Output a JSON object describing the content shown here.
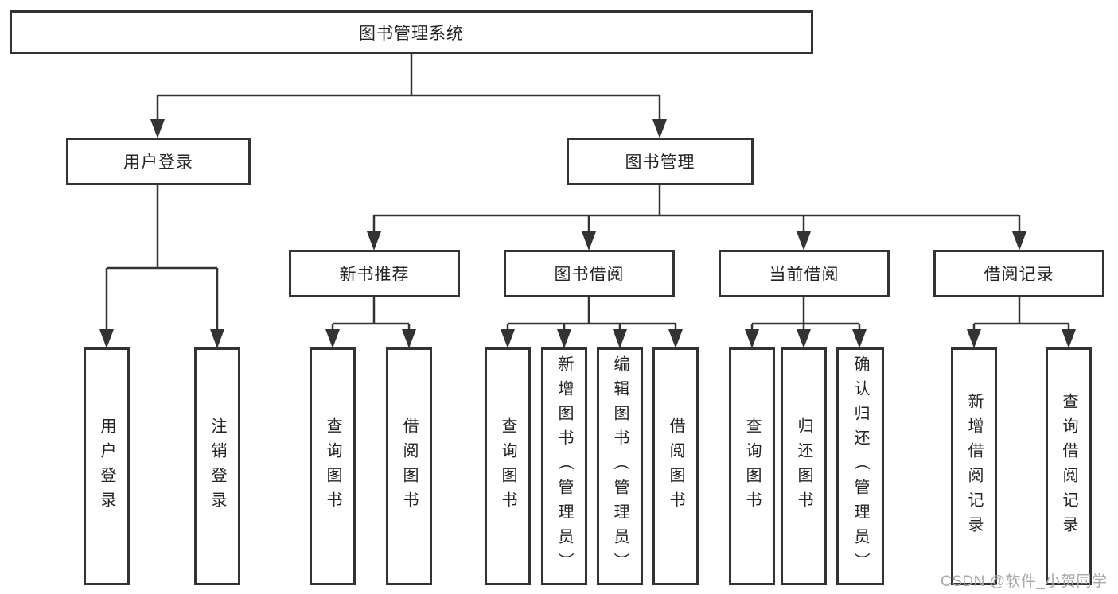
{
  "tree": {
    "root": {
      "label": "图书管理系统"
    },
    "branches": [
      {
        "label": "用户登录",
        "children": [
          {
            "label": "用户登录"
          },
          {
            "label": "注销登录"
          }
        ]
      },
      {
        "label": "图书管理",
        "children": [
          {
            "label": "新书推荐",
            "children": [
              {
                "label": "查询图书"
              },
              {
                "label": "借阅图书"
              }
            ]
          },
          {
            "label": "图书借阅",
            "children": [
              {
                "label": "查询图书"
              },
              {
                "label": "新增图书（管理员）"
              },
              {
                "label": "编辑图书（管理员）"
              },
              {
                "label": "借阅图书"
              }
            ]
          },
          {
            "label": "当前借阅",
            "children": [
              {
                "label": "查询图书"
              },
              {
                "label": "归还图书"
              },
              {
                "label": "确认归还（管理员）"
              }
            ]
          },
          {
            "label": "借阅记录",
            "children": [
              {
                "label": "新增借阅记录"
              },
              {
                "label": "查询借阅记录"
              }
            ]
          }
        ]
      }
    ]
  },
  "watermark": {
    "text": "CSDN @软件_小贺同学"
  },
  "colors": {
    "line": "#333333",
    "box_border": "#333333",
    "box_fill": "#ffffff",
    "text": "#242424",
    "watermark": "#a8a8a8",
    "background": "#ffffff"
  }
}
